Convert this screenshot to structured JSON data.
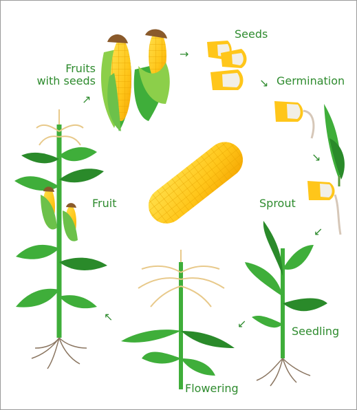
{
  "labels": {
    "fruits_with_seeds": "Fruits\nwith seeds",
    "seeds": "Seeds",
    "germination": "Germination",
    "sprout": "Sprout",
    "seedling": "Seedling",
    "flowering": "Flowering",
    "fruit": "Fruit"
  },
  "arrows": {
    "to_fruits": "↗",
    "to_seeds": "→",
    "to_germination": "↘",
    "germ_down": "↘",
    "to_seedling": "↙",
    "to_flowering": "↙",
    "to_fruit": "↖"
  },
  "colors": {
    "label_green": "#2e8b2e",
    "leaf_green": "#3fae3a",
    "leaf_dark": "#2a8a2a",
    "corn_yellow": "#ffcc1a",
    "corn_orange": "#f5a500",
    "tassel": "#e8c98a",
    "root": "#8a7560",
    "frame": "#9a9a9a"
  }
}
